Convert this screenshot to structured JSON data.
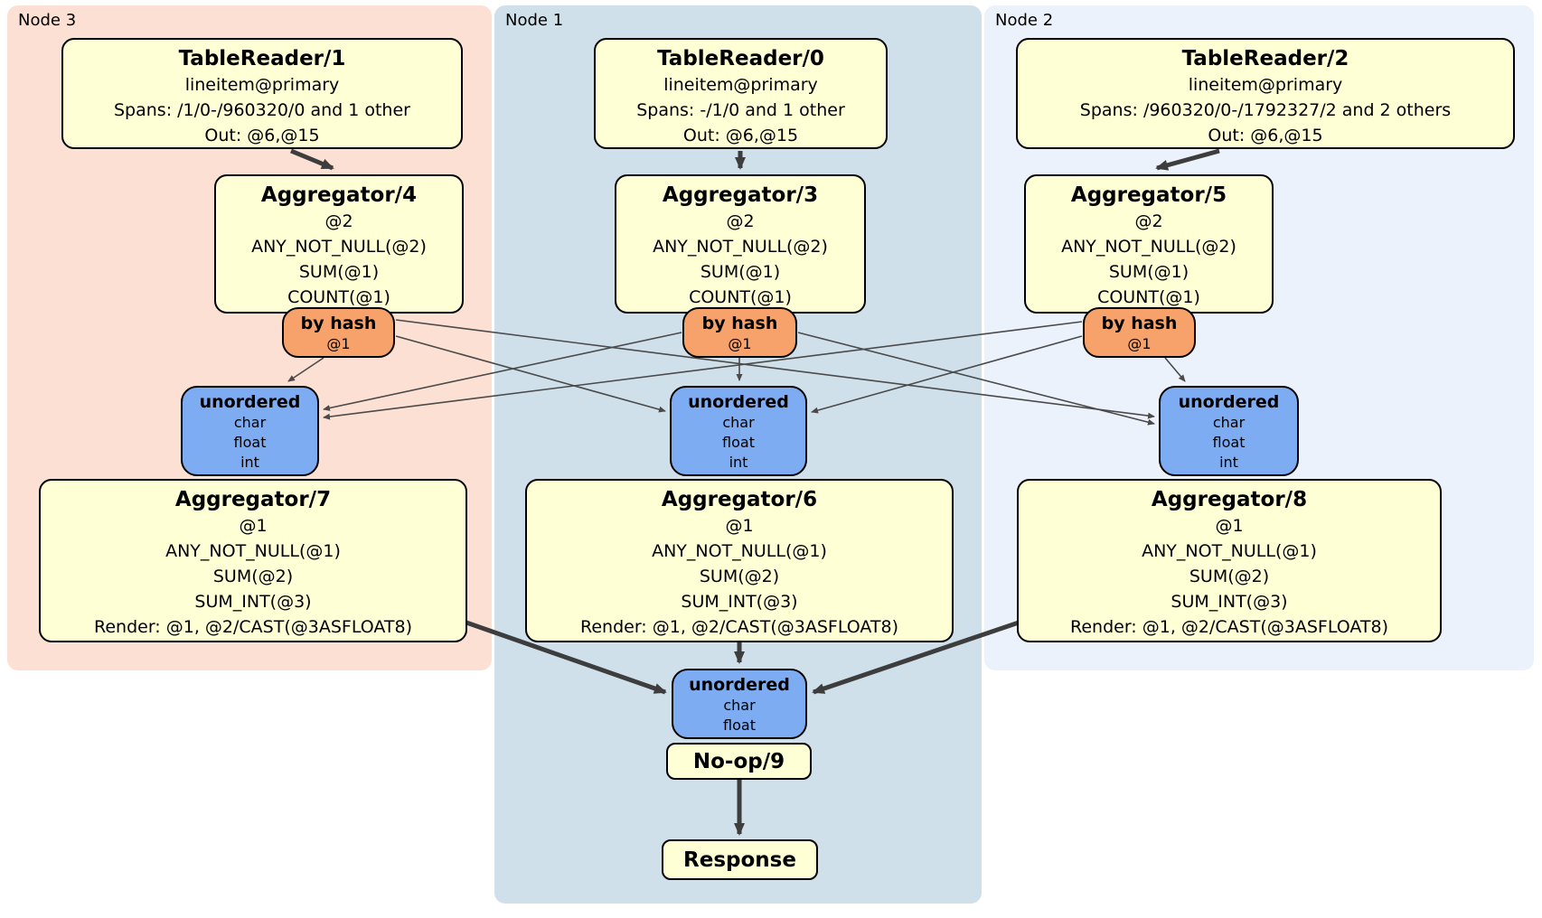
{
  "groups": {
    "node3": {
      "label": "Node 3"
    },
    "node1": {
      "label": "Node 1"
    },
    "node2": {
      "label": "Node 2"
    }
  },
  "processors": {
    "tr1": {
      "title": "TableReader/1",
      "lines": [
        "lineitem@primary",
        "Spans: /1/0-/960320/0 and 1 other",
        "Out: @6,@15"
      ]
    },
    "tr0": {
      "title": "TableReader/0",
      "lines": [
        "lineitem@primary",
        "Spans: -/1/0 and 1 other",
        "Out: @6,@15"
      ]
    },
    "tr2": {
      "title": "TableReader/2",
      "lines": [
        "lineitem@primary",
        "Spans: /960320/0-/1792327/2 and 2 others",
        "Out: @6,@15"
      ]
    },
    "agg4": {
      "title": "Aggregator/4",
      "lines": [
        "@2",
        "ANY_NOT_NULL(@2)",
        "SUM(@1)",
        "COUNT(@1)"
      ]
    },
    "agg3": {
      "title": "Aggregator/3",
      "lines": [
        "@2",
        "ANY_NOT_NULL(@2)",
        "SUM(@1)",
        "COUNT(@1)"
      ]
    },
    "agg5": {
      "title": "Aggregator/5",
      "lines": [
        "@2",
        "ANY_NOT_NULL(@2)",
        "SUM(@1)",
        "COUNT(@1)"
      ]
    },
    "agg7": {
      "title": "Aggregator/7",
      "lines": [
        "@1",
        "ANY_NOT_NULL(@1)",
        "SUM(@2)",
        "SUM_INT(@3)",
        "Render: @1, @2/CAST(@3ASFLOAT8)"
      ]
    },
    "agg6": {
      "title": "Aggregator/6",
      "lines": [
        "@1",
        "ANY_NOT_NULL(@1)",
        "SUM(@2)",
        "SUM_INT(@3)",
        "Render: @1, @2/CAST(@3ASFLOAT8)"
      ]
    },
    "agg8": {
      "title": "Aggregator/8",
      "lines": [
        "@1",
        "ANY_NOT_NULL(@1)",
        "SUM(@2)",
        "SUM_INT(@3)",
        "Render: @1, @2/CAST(@3ASFLOAT8)"
      ]
    },
    "noop": {
      "title": "No-op/9"
    },
    "response": {
      "title": "Response"
    }
  },
  "routers": {
    "hash3": {
      "title": "by hash",
      "lines": [
        "@1"
      ]
    },
    "hash1": {
      "title": "by hash",
      "lines": [
        "@1"
      ]
    },
    "hash2": {
      "title": "by hash",
      "lines": [
        "@1"
      ]
    }
  },
  "syncs": {
    "uno3": {
      "title": "unordered",
      "lines": [
        "char",
        "float",
        "int"
      ]
    },
    "uno1": {
      "title": "unordered",
      "lines": [
        "char",
        "float",
        "int"
      ]
    },
    "uno2": {
      "title": "unordered",
      "lines": [
        "char",
        "float",
        "int"
      ]
    },
    "unoBottom": {
      "title": "unordered",
      "lines": [
        "char",
        "float"
      ]
    }
  },
  "edges": [
    {
      "from": "TableReader/1",
      "to": "Aggregator/4"
    },
    {
      "from": "TableReader/0",
      "to": "Aggregator/3"
    },
    {
      "from": "TableReader/2",
      "to": "Aggregator/5"
    },
    {
      "from": "by hash (Node 3)",
      "to": "unordered (Node 3)"
    },
    {
      "from": "by hash (Node 3)",
      "to": "unordered (Node 1)"
    },
    {
      "from": "by hash (Node 3)",
      "to": "unordered (Node 2)"
    },
    {
      "from": "by hash (Node 1)",
      "to": "unordered (Node 3)"
    },
    {
      "from": "by hash (Node 1)",
      "to": "unordered (Node 1)"
    },
    {
      "from": "by hash (Node 1)",
      "to": "unordered (Node 2)"
    },
    {
      "from": "by hash (Node 2)",
      "to": "unordered (Node 3)"
    },
    {
      "from": "by hash (Node 2)",
      "to": "unordered (Node 1)"
    },
    {
      "from": "by hash (Node 2)",
      "to": "unordered (Node 2)"
    },
    {
      "from": "Aggregator/7",
      "to": "unordered (final)"
    },
    {
      "from": "Aggregator/6",
      "to": "unordered (final)"
    },
    {
      "from": "Aggregator/8",
      "to": "unordered (final)"
    },
    {
      "from": "No-op/9",
      "to": "Response"
    }
  ],
  "colors": {
    "node3_bg": "#fbe0d3",
    "node1_bg": "#cfe0ea",
    "node2_bg": "#ecf2fb",
    "processor_fill": "#ffffd6",
    "router_fill": "#f7a26a",
    "sync_fill": "#7dacf2",
    "edge_thick": "#3d3d3d",
    "edge_thin": "#4a4a4a"
  }
}
